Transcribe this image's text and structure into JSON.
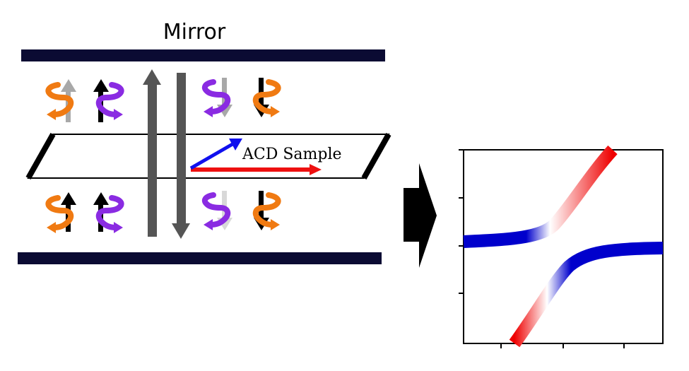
{
  "diagram": {
    "mirror_label": "Mirror",
    "sample_label": "ACD Sample",
    "colors": {
      "mirror": "#0b0b33",
      "standing_wave_arrows": "#555555",
      "orange_helix": "#f07a12",
      "purple_helix": "#8a2be2",
      "black_arrow": "#000000",
      "gray_arrow": "#a8a8a8",
      "light_gray_arrow": "#d8d8d8",
      "blue_vector": "#1010ee",
      "red_vector": "#ee1010",
      "next_step_arrow": "#000000"
    }
  },
  "chart_data": {
    "type": "line",
    "title": "",
    "xlabel": "",
    "ylabel": "",
    "x_tick_labels": [],
    "y_tick_labels": [],
    "description_colors": {
      "blue": "#0000cc",
      "red": "#ee0000"
    },
    "series": [
      {
        "name": "",
        "color_gradient": [
          "#0000cc",
          "#ffffff",
          "#ee0000"
        ],
        "points": [
          [
            0,
            0.5
          ],
          [
            0.25,
            0.6
          ],
          [
            0.4,
            0.85
          ],
          [
            0.55,
            1.2
          ],
          [
            0.65,
            1.45
          ],
          [
            0.75,
            1.7
          ]
        ]
      },
      {
        "name": "",
        "color_gradient": [
          "#ee0000",
          "#ffffff",
          "#0000cc"
        ],
        "points": [
          [
            0.25,
            -0.15
          ],
          [
            0.35,
            0.05
          ],
          [
            0.45,
            0.25
          ],
          [
            0.55,
            0.42
          ],
          [
            0.7,
            0.48
          ],
          [
            1.0,
            0.5
          ]
        ]
      }
    ]
  }
}
